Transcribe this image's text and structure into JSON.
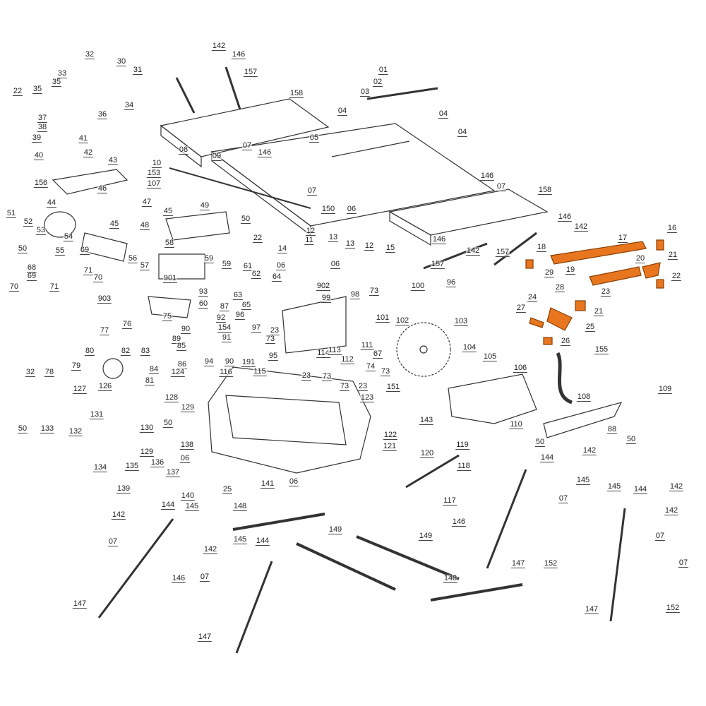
{
  "diagram": {
    "type": "exploded-parts-diagram",
    "highlight_color": "#e8761e",
    "line_color": "#333333"
  },
  "labels": [
    "32",
    "30",
    "31",
    "33",
    "35",
    "35",
    "22",
    "36",
    "34",
    "37",
    "38",
    "39",
    "41",
    "40",
    "42",
    "43",
    "142",
    "146",
    "157",
    "158",
    "01",
    "02",
    "03",
    "04",
    "04",
    "04",
    "05",
    "07",
    "146",
    "08",
    "09",
    "10",
    "153",
    "107",
    "156",
    "46",
    "47",
    "44",
    "45",
    "49",
    "51",
    "52",
    "48",
    "45",
    "53",
    "54",
    "50",
    "22",
    "11",
    "150",
    "06",
    "07",
    "146",
    "07",
    "158",
    "146",
    "142",
    "12",
    "13",
    "13",
    "12",
    "15",
    "146",
    "142",
    "157",
    "157",
    "06",
    "14",
    "06",
    "902",
    "16",
    "17",
    "18",
    "19",
    "29",
    "20",
    "21",
    "22",
    "23",
    "28",
    "24",
    "21",
    "27",
    "25",
    "26",
    "155",
    "50",
    "55",
    "69",
    "68",
    "56",
    "57",
    "58",
    "59",
    "59",
    "61",
    "62",
    "64",
    "69",
    "71",
    "70",
    "70",
    "71",
    "901",
    "60",
    "87",
    "903",
    "75",
    "93",
    "65",
    "63",
    "96",
    "92",
    "154",
    "97",
    "23",
    "91",
    "73",
    "90",
    "89",
    "76",
    "77",
    "99",
    "73",
    "98",
    "100",
    "96",
    "101",
    "102",
    "103",
    "111",
    "67",
    "114",
    "113",
    "112",
    "74",
    "73",
    "23",
    "73",
    "73",
    "23",
    "151",
    "95",
    "94",
    "90",
    "191",
    "115",
    "116",
    "80",
    "82",
    "83",
    "85",
    "84",
    "86",
    "81",
    "32",
    "78",
    "79",
    "126",
    "127",
    "124",
    "104",
    "105",
    "106",
    "128",
    "129",
    "131",
    "123",
    "130",
    "50",
    "50",
    "133",
    "132",
    "138",
    "06",
    "129",
    "134",
    "135",
    "136",
    "137",
    "139",
    "140",
    "25",
    "06",
    "141",
    "122",
    "121",
    "120",
    "119",
    "118",
    "117",
    "143",
    "110",
    "50",
    "108",
    "109",
    "88",
    "50",
    "142",
    "144",
    "145",
    "145",
    "144",
    "142",
    "142",
    "07",
    "146",
    "147",
    "152",
    "07",
    "07",
    "152",
    "147",
    "142",
    "144",
    "145",
    "148",
    "149",
    "149",
    "145",
    "144",
    "142",
    "07",
    "146",
    "07",
    "148",
    "147",
    "147"
  ]
}
